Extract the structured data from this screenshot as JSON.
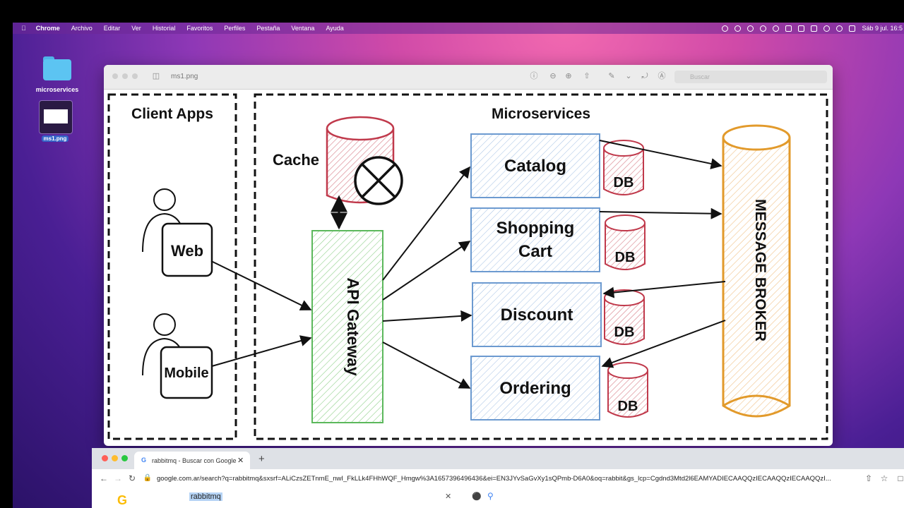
{
  "menubar": {
    "app_name": "Chrome",
    "menus": [
      "Archivo",
      "Editar",
      "Ver",
      "Historial",
      "Favoritos",
      "Perfiles",
      "Pestaña",
      "Ventana",
      "Ayuda"
    ],
    "clock": "Sáb 9 jul. 16:5"
  },
  "desktop": {
    "folder_label": "microservices",
    "file_label": "ms1.png"
  },
  "preview": {
    "title": "ms1.png",
    "search_placeholder": "Buscar"
  },
  "diagram": {
    "client_apps_title": "Client Apps",
    "microservices_title": "Microservices",
    "clients": [
      "Web",
      "Mobile"
    ],
    "cache_label": "Cache",
    "gateway_label": "API Gateway",
    "services": [
      {
        "line1": "Catalog",
        "line2": ""
      },
      {
        "line1": "Shopping",
        "line2": "Cart"
      },
      {
        "line1": "Discount",
        "line2": ""
      },
      {
        "line1": "Ordering",
        "line2": ""
      }
    ],
    "db_label": "DB",
    "broker_label": "MESSAGE BROKER",
    "colors": {
      "gateway": "#5cb85c",
      "services": "#6c9ad0",
      "db": "#c0394b",
      "cache": "#c0394b",
      "broker": "#e29a2b"
    }
  },
  "chrome": {
    "tab_title": "rabbitmq - Buscar con Google",
    "url": "google.com.ar/search?q=rabbitmq&sxsrf=ALiCzsZETnmE_nwI_FkLLk4FHhWQF_Hmgw%3A1657396496436&ei=EN3JYvSaGvXy1sQPmb-D6A0&oq=rabbit&gs_lcp=Cgdnd3Mtd2l6EAMYADIECAAQQzIECAAQQzIECAAQQzI...",
    "search_value": "rabbitmq"
  }
}
